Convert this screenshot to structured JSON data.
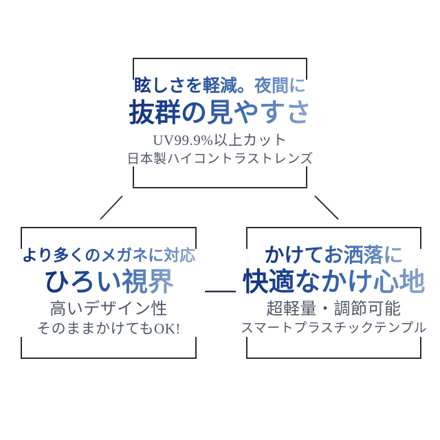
{
  "colors": {
    "background": "#ffffff",
    "frame_border": "#2d2d2d",
    "connector_line": "#2c3453",
    "headline_gradient_start": "#14317c",
    "headline_gradient_end": "#8aa6ce",
    "subtext": "#4f5867"
  },
  "boxes": [
    {
      "id": "visibility",
      "headline_small": "眩しさを軽減。夜間に",
      "headline_large": "抜群の見やすさ",
      "sub_line_1": "UV99.9%以上カット",
      "sub_line_2": "日本製ハイコントラストレンズ"
    },
    {
      "id": "wide-view",
      "headline_small": "より多くのメガネに対応",
      "headline_large": "ひろい視界",
      "sub_line_1": "高いデザイン性",
      "sub_line_2": "そのままかけてもOK!"
    },
    {
      "id": "comfort",
      "headline_small": "かけてお洒落に",
      "headline_large": "快適なかけ心地",
      "sub_line_1": "超軽量・調節可能",
      "sub_line_2": "スマートプラスチックテンプル"
    }
  ]
}
